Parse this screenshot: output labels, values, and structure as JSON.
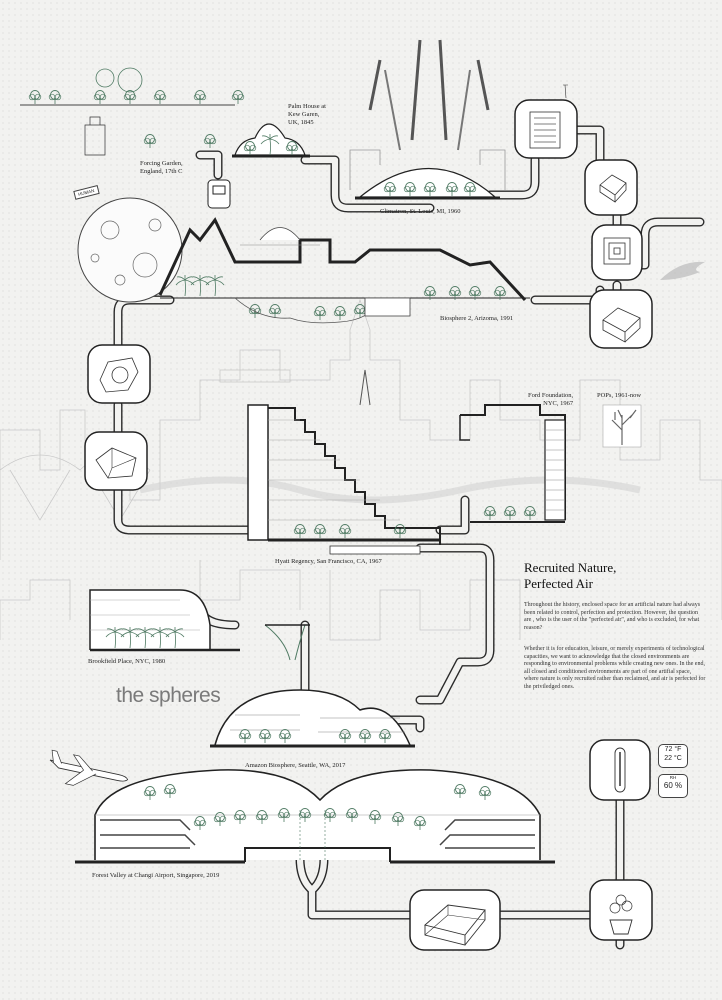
{
  "poster": {
    "title_line1": "Recruited Nature,",
    "title_line2": "Perfected Air",
    "paragraph1": "Throughout the history, enclosed space for an artificial nature had always been related to control, perfection and protection. However, the question are , who is the user of the \"perfected air\", and who is excluded, for what reason?",
    "paragraph2": "Whether it is for education, leisure, or merely experiments of technological capacities, we want to acknowledge that the closed environments are responding to environmental problems while creating new ones. In the end, all closed and conditioned environments are part of one artifial space, where nature is only recruited rather than reclaimed, and air is perfected for the priviledged ones."
  },
  "captions": {
    "forcing_garden": "Forcing Garden,\nEngland, 17th C",
    "palm_house": "Palm House at\nKew Garen,\nUK, 1845",
    "climatron": "Climatron, St. Louis, MI, 1960",
    "biosphere2": "Biosphere 2,  Arizoma, 1991",
    "ford_foundation": "Ford Foundation,\nNYC, 1967",
    "pops": "POPs, 1961-now",
    "hyatt": "Hyatt Regency, San Francisco, CA, 1967",
    "brookfield": "Brookfield Place, NYC, 1980",
    "amazon": "Amazon Biosphere, Seattle, WA, 2017",
    "changi": "Forest Valley at Changi Airport, Singapore, 2019"
  },
  "logo_text": "the spheres",
  "human_tag": "HUMAN",
  "sensors": {
    "temperature_f": "72 °F",
    "temperature_c": "22 °C",
    "humidity_label": "RH",
    "humidity_value": "60 %"
  },
  "colors": {
    "ink": "#222222",
    "foliage": "#4f7a63",
    "ghost": "#bdbdbd",
    "paper": "#f2f2f0"
  },
  "icons": [
    "ventilator-fan-icon",
    "air-filter-icon",
    "server-rack-icon",
    "cube-icon",
    "square-vent-icon",
    "ac-unit-icon",
    "thermometer-icon",
    "dehumidifier-icon",
    "plant-pot-icon",
    "airplane-icon",
    "dead-tree-icon",
    "moon-icon"
  ]
}
